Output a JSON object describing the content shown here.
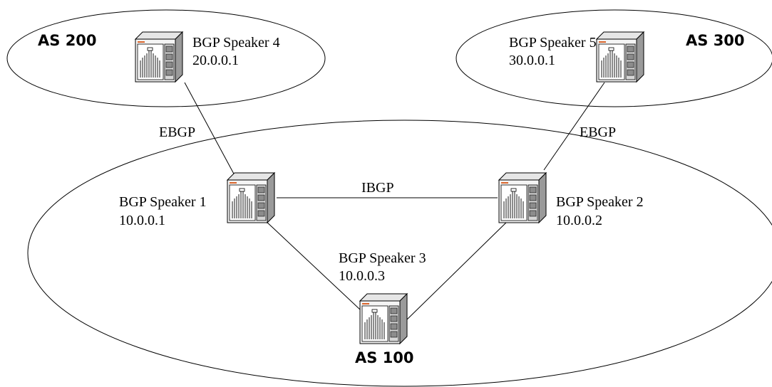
{
  "autonomous_systems": [
    {
      "id": "as200",
      "label": "AS 200"
    },
    {
      "id": "as300",
      "label": "AS 300"
    },
    {
      "id": "as100",
      "label": "AS 100"
    }
  ],
  "speakers": [
    {
      "id": "spk4",
      "name": "BGP Speaker 4",
      "address": "20.0.0.1"
    },
    {
      "id": "spk5",
      "name": "BGP Speaker 5",
      "address": "30.0.0.1"
    },
    {
      "id": "spk1",
      "name": "BGP Speaker 1",
      "address": "10.0.0.1"
    },
    {
      "id": "spk2",
      "name": "BGP Speaker 2",
      "address": "10.0.0.2"
    },
    {
      "id": "spk3",
      "name": "BGP Speaker 3",
      "address": "10.0.0.3"
    }
  ],
  "links": [
    {
      "id": "spk4-spk1",
      "label": "EBGP"
    },
    {
      "id": "spk5-spk2",
      "label": "EBGP"
    },
    {
      "id": "spk1-spk2",
      "label": "IBGP"
    },
    {
      "id": "spk1-spk3",
      "label": ""
    },
    {
      "id": "spk2-spk3",
      "label": ""
    }
  ],
  "colors": {
    "line": "#000000",
    "chassis_fill": "#f4f4f4",
    "chassis_dark": "#7a7a7a",
    "accent": "#d9652b"
  }
}
